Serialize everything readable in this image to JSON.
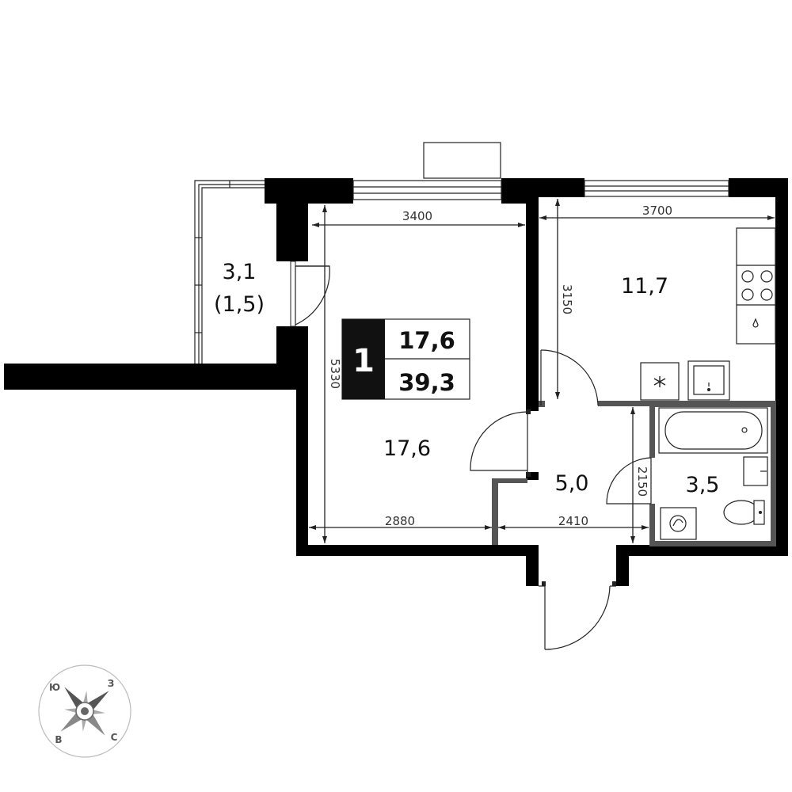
{
  "unit_type": "1",
  "living_area": "17,6",
  "total_area": "39,3",
  "rooms": {
    "living_room": "17,6",
    "kitchen": "11,7",
    "hallway": "5,0",
    "bathroom": "3,5",
    "balcony": "3,1",
    "balcony_reduced": "(1,5)"
  },
  "dimensions": {
    "living_width_top": "3400",
    "living_width_bottom": "2880",
    "living_depth": "5330",
    "kitchen_width": "3700",
    "kitchen_depth": "3150",
    "hall_width": "2410",
    "bath_depth": "2150"
  },
  "compass": {
    "north": "С",
    "south": "Ю",
    "west": "З",
    "east": "В"
  },
  "colors": {
    "wall": "#000000",
    "partition": "#555555",
    "badge_bg": "#111111"
  }
}
